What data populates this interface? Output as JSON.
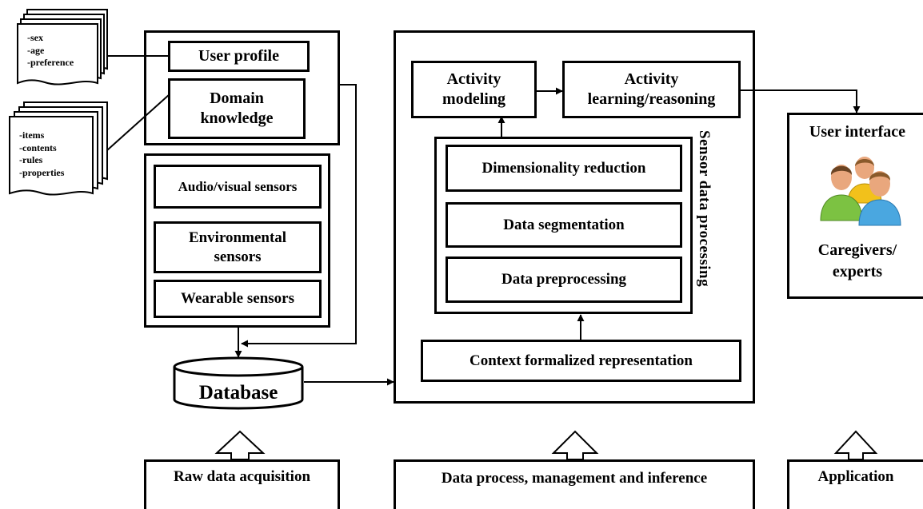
{
  "documents": {
    "user_attrs": [
      "-sex",
      "-age",
      "-preference"
    ],
    "domain_attrs": [
      "-items",
      "-contents",
      "-rules",
      "-properties"
    ]
  },
  "raw_data": {
    "user_profile": "User profile",
    "domain_knowledge": "Domain knowledge",
    "sensors": [
      "Audio/visual sensors",
      "Environmental sensors",
      "Wearable sensors"
    ],
    "database": "Database"
  },
  "processing": {
    "activity_modeling": "Activity modeling",
    "activity_learning": "Activity learning/reasoning",
    "group_label": "Sensor data processing",
    "steps": [
      "Dimensionality reduction",
      "Data segmentation",
      "Data preprocessing"
    ],
    "context": "Context formalized representation"
  },
  "application": {
    "title": "User interface",
    "role": "Caregivers/ experts",
    "icon": "people-group-icon"
  },
  "layers": [
    "Raw data acquisition",
    "Data process, management and inference",
    "Application"
  ],
  "colors": {
    "person_green": "#7cc242",
    "person_yellow": "#f2c11b",
    "person_blue": "#4aa7e0",
    "skin": "#e9a77d",
    "hair": "#8a5a2b"
  }
}
